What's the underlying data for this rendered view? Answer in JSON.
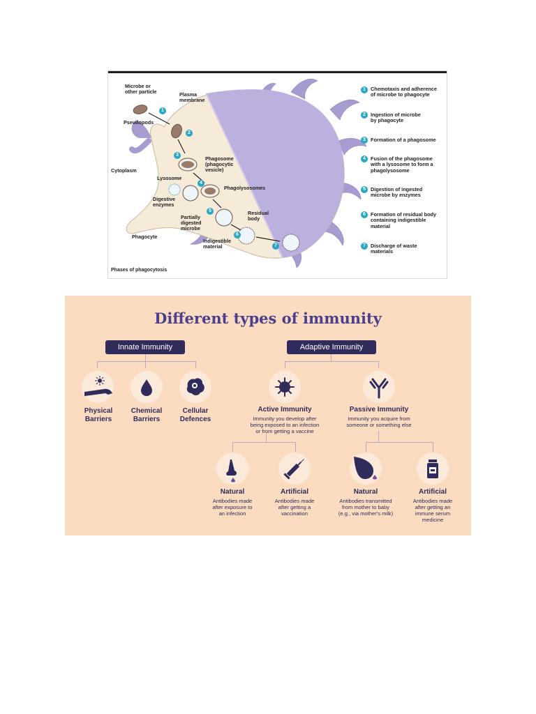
{
  "phagocytosis": {
    "caption": "Phases of phagocytosis",
    "labels": {
      "microbe": "Microbe or\nother particle",
      "plasma": "Plasma\nmembrane",
      "pseudopods": "Pseudopods",
      "cytoplasm": "Cytoplasm",
      "phagosome": "Phagosome\n(phagocytic\nvesicle)",
      "lysosome": "Lysosome",
      "phagolysosomes": "Phagolysosomes",
      "digestive": "Digestive\nenzymes",
      "residual": "Residual\nbody",
      "partially": "Partially\ndigested\nmicrobe",
      "indigestible": "Indigestible\nmaterial",
      "phagocyte": "Phagocyte"
    },
    "steps": [
      {
        "num": "1",
        "text": "Chemotaxis and adherence\nof microbe to phagocyte"
      },
      {
        "num": "2",
        "text": "Ingestion of microbe\nby phagocyte"
      },
      {
        "num": "3",
        "text": "Formation of a phagosome"
      },
      {
        "num": "4",
        "text": "Fusion of the phagosome\nwith a lysosome to form a\nphagolysosome"
      },
      {
        "num": "5",
        "text": "Digestion of ingested\nmicrobe by enzymes"
      },
      {
        "num": "6",
        "text": "Formation of residual body\ncontaining indigestible\nmaterial"
      },
      {
        "num": "7",
        "text": "Discharge of waste\nmaterials"
      }
    ]
  },
  "immunity": {
    "title": "Different types of immunity",
    "innate": {
      "label": "Innate Immunity",
      "items": [
        {
          "title": "Physical\nBarriers"
        },
        {
          "title": "Chemical\nBarriers"
        },
        {
          "title": "Cellular\nDefences"
        }
      ]
    },
    "adaptive": {
      "label": "Adaptive Immunity",
      "active": {
        "title": "Active Immunity",
        "desc": "Immunity you develop after\nbeing exposed to an infection\nor from getting a vaccine",
        "natural": {
          "title": "Natural",
          "desc": "Antibodies made\nafter exposure to\nan infection"
        },
        "artificial": {
          "title": "Artificial",
          "desc": "Antibodies made\nafter getting a\nvaccination"
        }
      },
      "passive": {
        "title": "Passive Immunity",
        "desc": "Immunity you acquire from\nsomeone or something else",
        "natural": {
          "title": "Natural",
          "desc": "Antibodies transmitted\nfrom mother to baby\n(e.g., via mother's milk)"
        },
        "artificial": {
          "title": "Artificial",
          "desc": "Antibodies made\nafter getting an\nimmune serum\nmedicine"
        }
      }
    },
    "colors": {
      "background": "#fbdcc0",
      "accent": "#2f2c5b",
      "title": "#4a3f8c",
      "icon_bg": "#fbe9d9"
    }
  }
}
